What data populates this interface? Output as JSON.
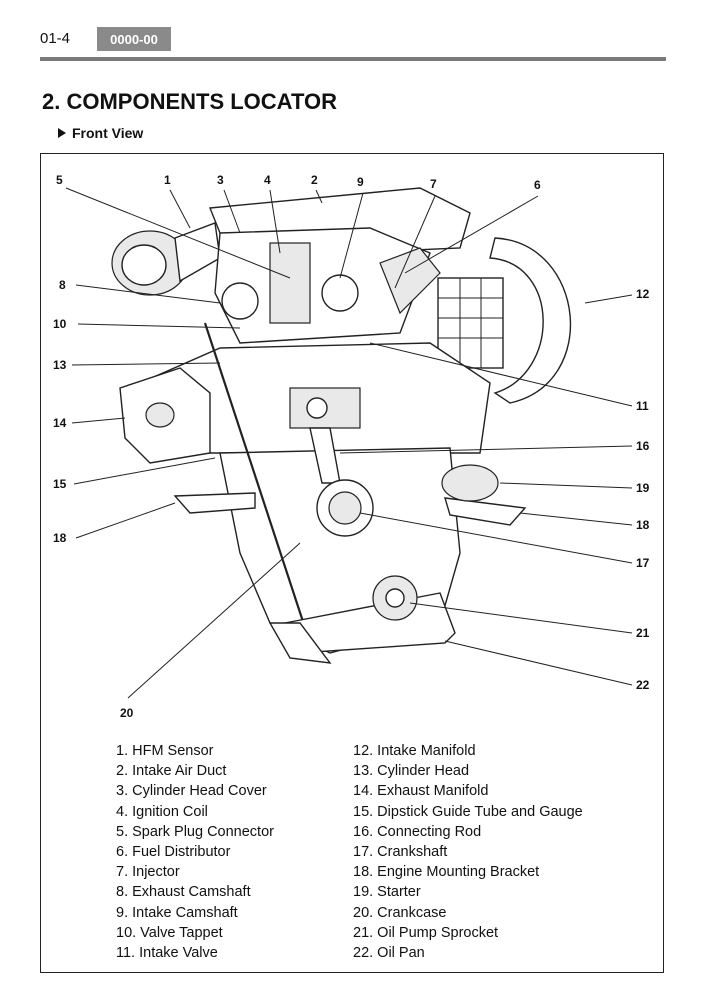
{
  "header": {
    "page_number": "01-4",
    "code": "0000-00"
  },
  "title": "2. COMPONENTS LOCATOR",
  "subtitle": "Front View",
  "callouts": [
    "5",
    "1",
    "3",
    "4",
    "2",
    "9",
    "7",
    "6",
    "12",
    "8",
    "10",
    "13",
    "14",
    "15",
    "18",
    "11",
    "16",
    "19",
    "18",
    "17",
    "21",
    "22",
    "20"
  ],
  "legend_left": [
    "1. HFM Sensor",
    "2. Intake Air Duct",
    "3. Cylinder Head Cover",
    "4. Ignition Coil",
    "5. Spark Plug Connector",
    "6. Fuel Distributor",
    "7. Injector",
    "8. Exhaust Camshaft",
    "9. Intake Camshaft",
    "10. Valve Tappet",
    "11. Intake Valve"
  ],
  "legend_right": [
    "12. Intake Manifold",
    "13. Cylinder Head",
    "14. Exhaust Manifold",
    "15. Dipstick Guide Tube and Gauge",
    "16. Connecting Rod",
    "17. Crankshaft",
    "18. Engine Mounting Bracket",
    "19. Starter",
    "20. Crankcase",
    "21. Oil Pump Sprocket",
    "22. Oil Pan"
  ]
}
